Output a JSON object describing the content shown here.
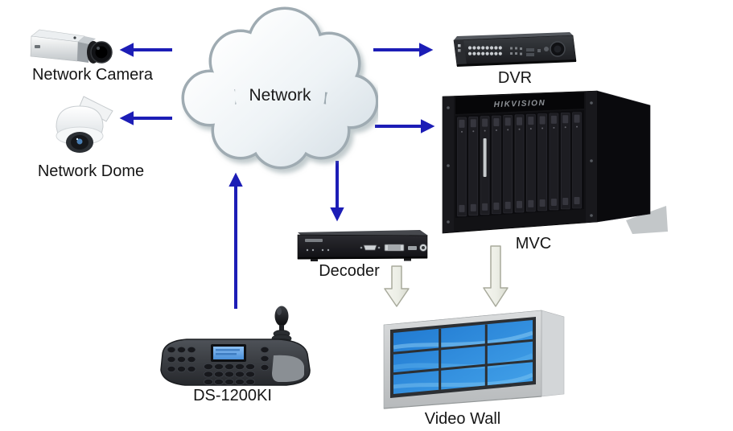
{
  "diagram": {
    "nodes": {
      "network_camera": {
        "label": "Network Camera"
      },
      "network_dome": {
        "label": "Network Dome"
      },
      "network_cloud": {
        "label": "Network"
      },
      "dvr": {
        "label": "DVR"
      },
      "mvc": {
        "label": "MVC",
        "brand": "HIKVISION"
      },
      "decoder": {
        "label": "Decoder"
      },
      "keyboard": {
        "label": "DS-1200KI"
      },
      "video_wall": {
        "label": "Video Wall",
        "screen_grid": "3x3"
      }
    },
    "connections": [
      {
        "from": "network_cloud",
        "to": "network_camera",
        "style": "arrow"
      },
      {
        "from": "network_cloud",
        "to": "network_dome",
        "style": "arrow"
      },
      {
        "from": "network_cloud",
        "to": "dvr",
        "style": "arrow"
      },
      {
        "from": "network_cloud",
        "to": "mvc",
        "style": "arrow"
      },
      {
        "from": "network_cloud",
        "to": "decoder",
        "style": "arrow"
      },
      {
        "from": "keyboard",
        "to": "network_cloud",
        "style": "arrow"
      },
      {
        "from": "decoder",
        "to": "video_wall",
        "style": "block-arrow"
      },
      {
        "from": "mvc",
        "to": "video_wall",
        "style": "block-arrow"
      }
    ],
    "colors": {
      "background": "#ffffff",
      "arrow_blue": "#1c1db6",
      "block_arrow_fill": "#eceee6",
      "label_text": "#161616"
    }
  }
}
